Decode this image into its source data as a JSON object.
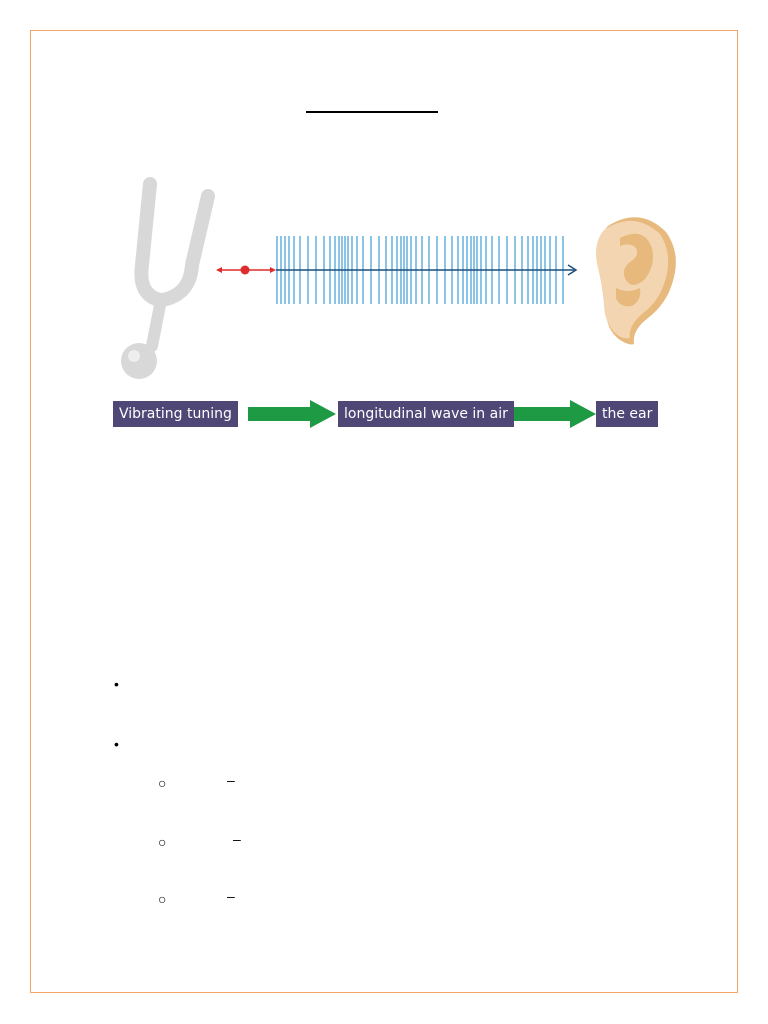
{
  "colors": {
    "frame_border": "#f2a566",
    "label_bg": "#4f4776",
    "arrow_green": "#1f9a44",
    "wave_blue": "#4ea3d8",
    "axis_blue": "#1c4e7d",
    "vibration_red": "#e02b2b"
  },
  "diagram": {
    "labels": [
      "Vibrating tuning",
      "longitudinal wave in air",
      "the ear"
    ],
    "icons": [
      "tuning-fork-icon",
      "ear-icon",
      "arrow-right-icon"
    ]
  },
  "bullets": {
    "level1": [
      "•",
      "•"
    ],
    "level2": [
      {
        "marker": "○",
        "dash": "–"
      },
      {
        "marker": "○",
        "dash": "–"
      },
      {
        "marker": "○",
        "dash": "–"
      }
    ]
  }
}
